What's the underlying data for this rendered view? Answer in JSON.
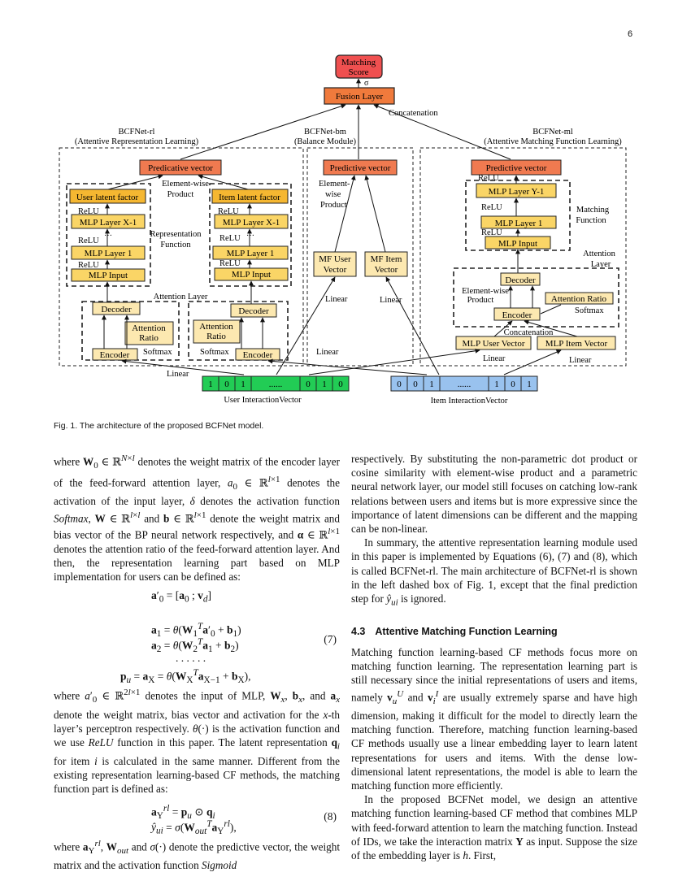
{
  "page_number": "6",
  "figure": {
    "top": {
      "matching_score_l1": "Matching",
      "matching_score_l2": "Score",
      "sigma": "σ",
      "fusion_layer": "Fusion Layer",
      "concatenation": "Concatenation"
    },
    "rl": {
      "title_l1": "BCFNet-rl",
      "title_l2": "(Attentive Representation Learning)",
      "predicative_vector": "Predicative vector",
      "elementwise_l1": "Element-wise",
      "elementwise_l2": "Product",
      "user_latent": "User latent factor",
      "item_latent": "Item latent factor",
      "mlp_layer_x1": "MLP Layer X-1",
      "mlp_layer_1": "MLP Layer  1",
      "mlp_input": "MLP Input",
      "relu": "ReLU",
      "dots": "…",
      "repr_l1": "Representation",
      "repr_l2": "Function",
      "attention_layer": "Attention  Layer",
      "decoder": "Decoder",
      "attention_ratio_l1": "Attention",
      "attention_ratio_l2": "Ratio",
      "softmax": "Softmax",
      "encoder": "Encoder",
      "linear": "Linear"
    },
    "bm": {
      "title_l1": "BCFNet-bm",
      "title_l2": "(Balance Module)",
      "predictive_vector": "Predictive vector",
      "elementwise_l1": "Element-",
      "elementwise_l2": "wise",
      "elementwise_l3": "Product",
      "mf_user_l1": "MF User",
      "mf_user_l2": "Vector",
      "mf_item_l1": "MF Item",
      "mf_item_l2": "Vector",
      "linear": "Linear"
    },
    "ml": {
      "title_l1": "BCFNet-ml",
      "title_l2": "(Attentive Matching Function Learning)",
      "predictive_vector": "Predictive vector",
      "relu": "ReLU",
      "mlp_layer_y1": "MLP Layer Y-1",
      "mlp_layer_1": "MLP Layer 1",
      "mlp_input": "MLP Input",
      "matching_l1": "Matching",
      "matching_l2": "Function",
      "attention_l1": "Attention",
      "attention_l2": "Layer",
      "decoder": "Decoder",
      "elementwise_l1": "Element-wise",
      "elementwise_l2": "Product",
      "attention_ratio": "Attention Ratio",
      "softmax": "Softmax",
      "encoder": "Encoder",
      "concatenation": "Concatenation",
      "mlp_user_vector": "MLP User Vector",
      "mlp_item_vector": "MLP Item Vector",
      "linear": "Linear",
      "dots": "…"
    },
    "user_vector_cells": [
      "1",
      "0",
      "1",
      "......",
      "0",
      "1",
      "0"
    ],
    "item_vector_cells": [
      "0",
      "0",
      "1",
      "......",
      "1",
      "0",
      "1"
    ],
    "user_vector_label": "User InteractionVector",
    "item_vector_label": "Item InteractionVector",
    "colors": {
      "score": "#f05050",
      "fusion": "#f07a3c",
      "predictive": "#f07a50",
      "latent": "#f5b731",
      "mlp": "#fad566",
      "attention_box": "#fce8b0",
      "user_vec": "#22cc55",
      "item_vec": "#99c2ee"
    }
  },
  "caption": "Fig. 1.  The architecture of the proposed BCFNet model.",
  "section": {
    "number": "4.3",
    "title": "Attentive Matching Function Learning"
  }
}
